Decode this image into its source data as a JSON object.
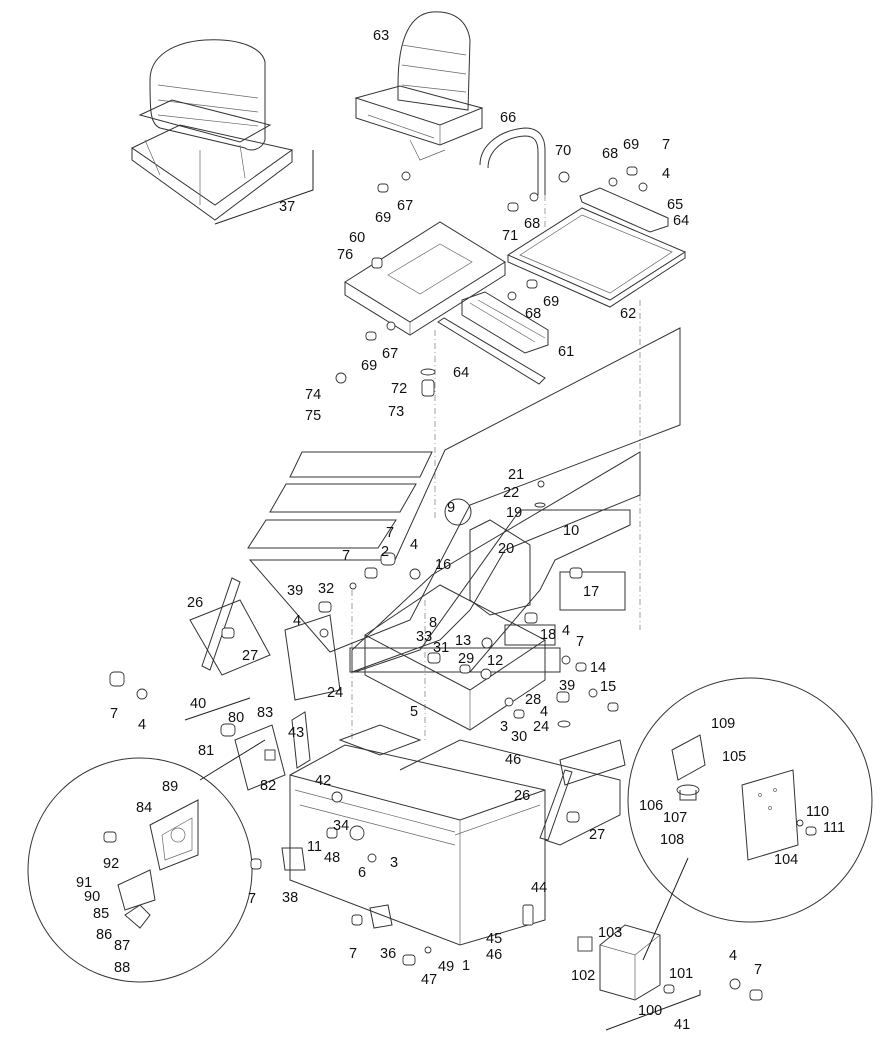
{
  "labels": [
    "63",
    "66",
    "70",
    "69",
    "7",
    "68",
    "4",
    "37",
    "69",
    "67",
    "71",
    "68",
    "65",
    "64",
    "60",
    "76",
    "69",
    "68",
    "62",
    "69",
    "67",
    "61",
    "74",
    "75",
    "72",
    "73",
    "64",
    "21",
    "22",
    "9",
    "19",
    "10",
    "7",
    "7",
    "2",
    "4",
    "16",
    "20",
    "17",
    "39",
    "32",
    "26",
    "4",
    "8",
    "33",
    "31",
    "13",
    "29",
    "12",
    "18",
    "4",
    "7",
    "14",
    "15",
    "27",
    "24",
    "39",
    "28",
    "4",
    "5",
    "3",
    "30",
    "24",
    "7",
    "4",
    "40",
    "80",
    "83",
    "81",
    "43",
    "42",
    "46",
    "26",
    "82",
    "89",
    "84",
    "34",
    "11",
    "48",
    "6",
    "3",
    "27",
    "92",
    "91",
    "90",
    "85",
    "86",
    "87",
    "88",
    "7",
    "38",
    "44",
    "7",
    "36",
    "47",
    "49",
    "1",
    "45",
    "46",
    "109",
    "105",
    "106",
    "107",
    "108",
    "110",
    "111",
    "104",
    "102",
    "103",
    "101",
    "100",
    "41",
    "4",
    "7"
  ]
}
